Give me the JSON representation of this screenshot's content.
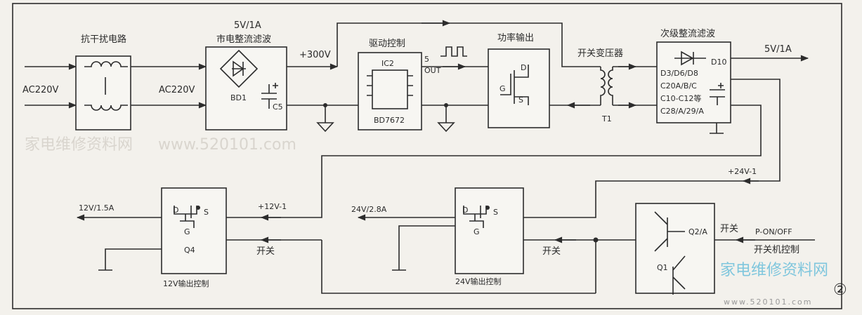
{
  "blocks": {
    "emi_filter": {
      "title": "抗干扰电路"
    },
    "rectifier": {
      "rating": "5V/1A",
      "title": "市电整流滤波",
      "bridge": "BD1",
      "cap": "C5"
    },
    "driver": {
      "title": "驱动控制",
      "ic": "IC2",
      "part": "BD7672",
      "pin": "5",
      "pin_name": "OUT"
    },
    "power_out": {
      "title": "功率输出",
      "d": "D",
      "g": "G",
      "s": "S"
    },
    "transformer": {
      "title": "开关变压器",
      "ref": "T1"
    },
    "secondary": {
      "title": "次级整流滤波",
      "diode": "D10",
      "parts": [
        "D3/D6/D8",
        "C20A/B/C",
        "C10-C12等",
        "C28/A/29/A"
      ]
    },
    "out12": {
      "title": "12V输出控制",
      "ref": "Q4",
      "d": "D",
      "g": "G",
      "s": "S"
    },
    "out24": {
      "title": "24V输出控制",
      "d": "D",
      "g": "G",
      "s": "S"
    },
    "switch_ctrl": {
      "q2": "Q2/A",
      "q1": "Q1"
    }
  },
  "signals": {
    "ac_in": "AC220V",
    "ac_filtered": "AC220V",
    "hv_dc": "+300V",
    "out_5v": "5V/1A",
    "v24_1": "+24V-1",
    "v12_1": "+12V-1",
    "out_12v": "12V/1.5A",
    "out_24v": "24V/2.8A",
    "switch_a": "开关",
    "switch_b": "开关",
    "switch_c": "开关",
    "p_on_off": "P-ON/OFF",
    "p_on_off_desc": "开关机控制"
  },
  "figure_number": "②",
  "watermark": {
    "site_name": "家电维修资料网",
    "url": "www.520101.com"
  }
}
